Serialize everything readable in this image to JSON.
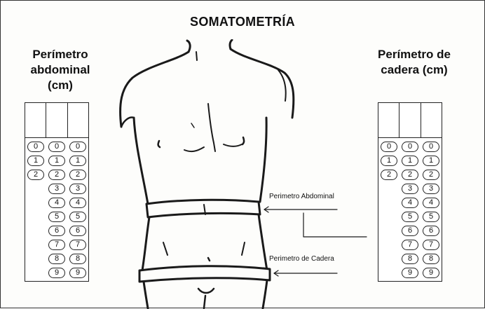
{
  "title": "SOMATOMETRÍA",
  "left_column": {
    "header": [
      "Perímetro",
      "abdominal",
      "(cm)"
    ],
    "rows": [
      [
        "0",
        "0",
        "0"
      ],
      [
        "1",
        "1",
        "1"
      ],
      [
        "2",
        "2",
        "2"
      ],
      [
        "",
        "3",
        "3"
      ],
      [
        "",
        "4",
        "4"
      ],
      [
        "",
        "5",
        "5"
      ],
      [
        "",
        "6",
        "6"
      ],
      [
        "",
        "7",
        "7"
      ],
      [
        "",
        "8",
        "8"
      ],
      [
        "",
        "9",
        "9"
      ]
    ]
  },
  "right_column": {
    "header": [
      "Perímetro de",
      "cadera (cm)"
    ],
    "rows": [
      [
        "0",
        "0",
        "0"
      ],
      [
        "1",
        "1",
        "1"
      ],
      [
        "2",
        "2",
        "2"
      ],
      [
        "",
        "3",
        "3"
      ],
      [
        "",
        "4",
        "4"
      ],
      [
        "",
        "5",
        "5"
      ],
      [
        "",
        "6",
        "6"
      ],
      [
        "",
        "7",
        "7"
      ],
      [
        "",
        "8",
        "8"
      ],
      [
        "",
        "9",
        "9"
      ]
    ]
  },
  "figure": {
    "label_abdominal": "Perimetro Abdominal",
    "label_cadera": "Perimetro de Cadera"
  }
}
